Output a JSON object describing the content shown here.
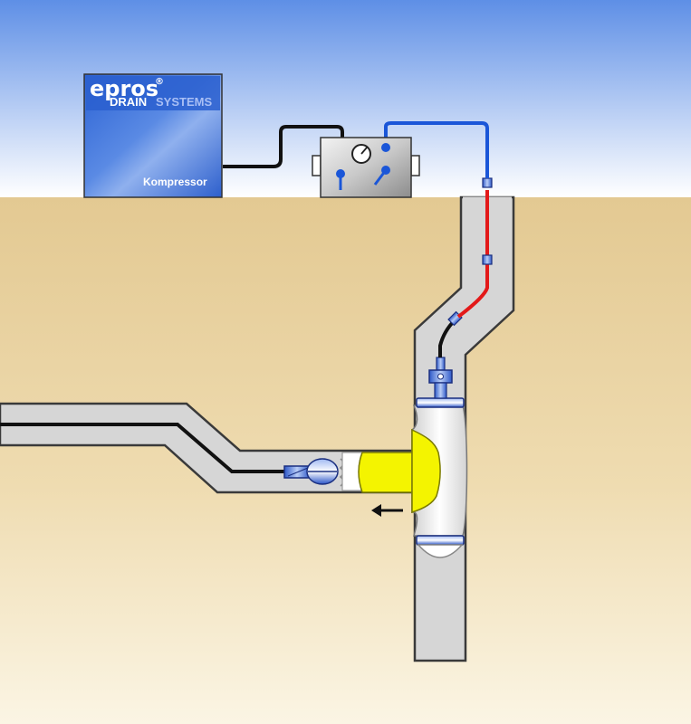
{
  "compressor": {
    "brand": "epros",
    "registered": "®",
    "sub_brand_1": "DRAIN",
    "sub_brand_2": "SYSTEMS",
    "label": "Kompressor"
  },
  "colors": {
    "sky_top": "#5e8fe6",
    "sky_bottom": "#ffffff",
    "soil_top": "#e2c891",
    "soil_bottom": "#fbf4e2",
    "pipe_fill": "#d6d6d6",
    "pipe_stroke": "#3a3a3a",
    "hose_air": "#1a56d8",
    "hose_pressure": "#e31919",
    "hose_black": "#111111",
    "resin": "#f4f400",
    "compressor_blue": "#2a5fcf"
  },
  "icons": {
    "direction_arrow": "arrow-left-icon",
    "gauge": "pressure-gauge-icon"
  }
}
